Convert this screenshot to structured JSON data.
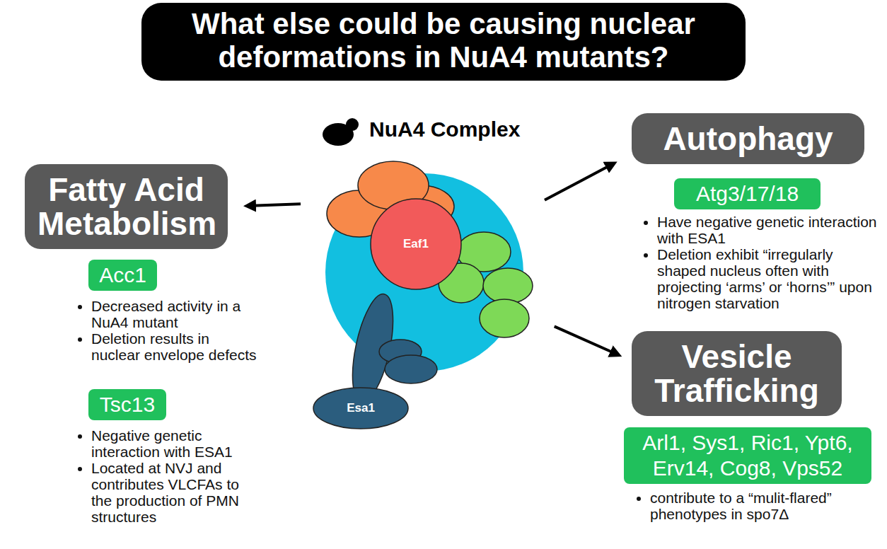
{
  "diagram": {
    "title": "What else could be causing nuclear deformations in NuA4 mutants?",
    "nodes": [
      {
        "text": [
          "Fatty Acid Metabolism"
        ]
      },
      {
        "text": [
          "Acc1"
        ]
      },
      {
        "text": [
          "Tsc13"
        ]
      },
      {
        "text": [
          "NuA4 Complex"
        ]
      },
      {
        "text": [
          "Eaf1"
        ],
        "in": 3
      },
      {
        "text": [
          "Esa1"
        ],
        "in": 3
      },
      {
        "text": [
          "Autophagy"
        ]
      },
      {
        "text": [
          "Atg3/17/18"
        ]
      },
      {
        "text": [
          "Vesicle Trafficking"
        ]
      },
      {
        "text": [
          "Arl1, Sys1, Ric1, Ypt6, Erv14, Cog8, Vps52"
        ]
      }
    ],
    "edges": [
      {
        "from": 3,
        "to": 0,
        "arrow": "to"
      },
      {
        "from": 3,
        "to": 6,
        "arrow": "to"
      },
      {
        "from": 3,
        "to": 8,
        "arrow": "to"
      }
    ],
    "labels": [
      "Decreased activity in a NuA4 mutant",
      "Deletion results in nuclear envelope defects",
      "Negative genetic interaction with ESA1",
      "Located at NVJ and contributes VLCFAs to the production of PMN structures",
      "Have negative genetic interaction with ESA1",
      "Deletion exhibit “irregularly shaped nucleus often with projecting ‘arms’ or ‘horns’” upon nitrogen starvation",
      "contribute to a “mulit-flared” phenotypes in spo7Δ"
    ]
  }
}
